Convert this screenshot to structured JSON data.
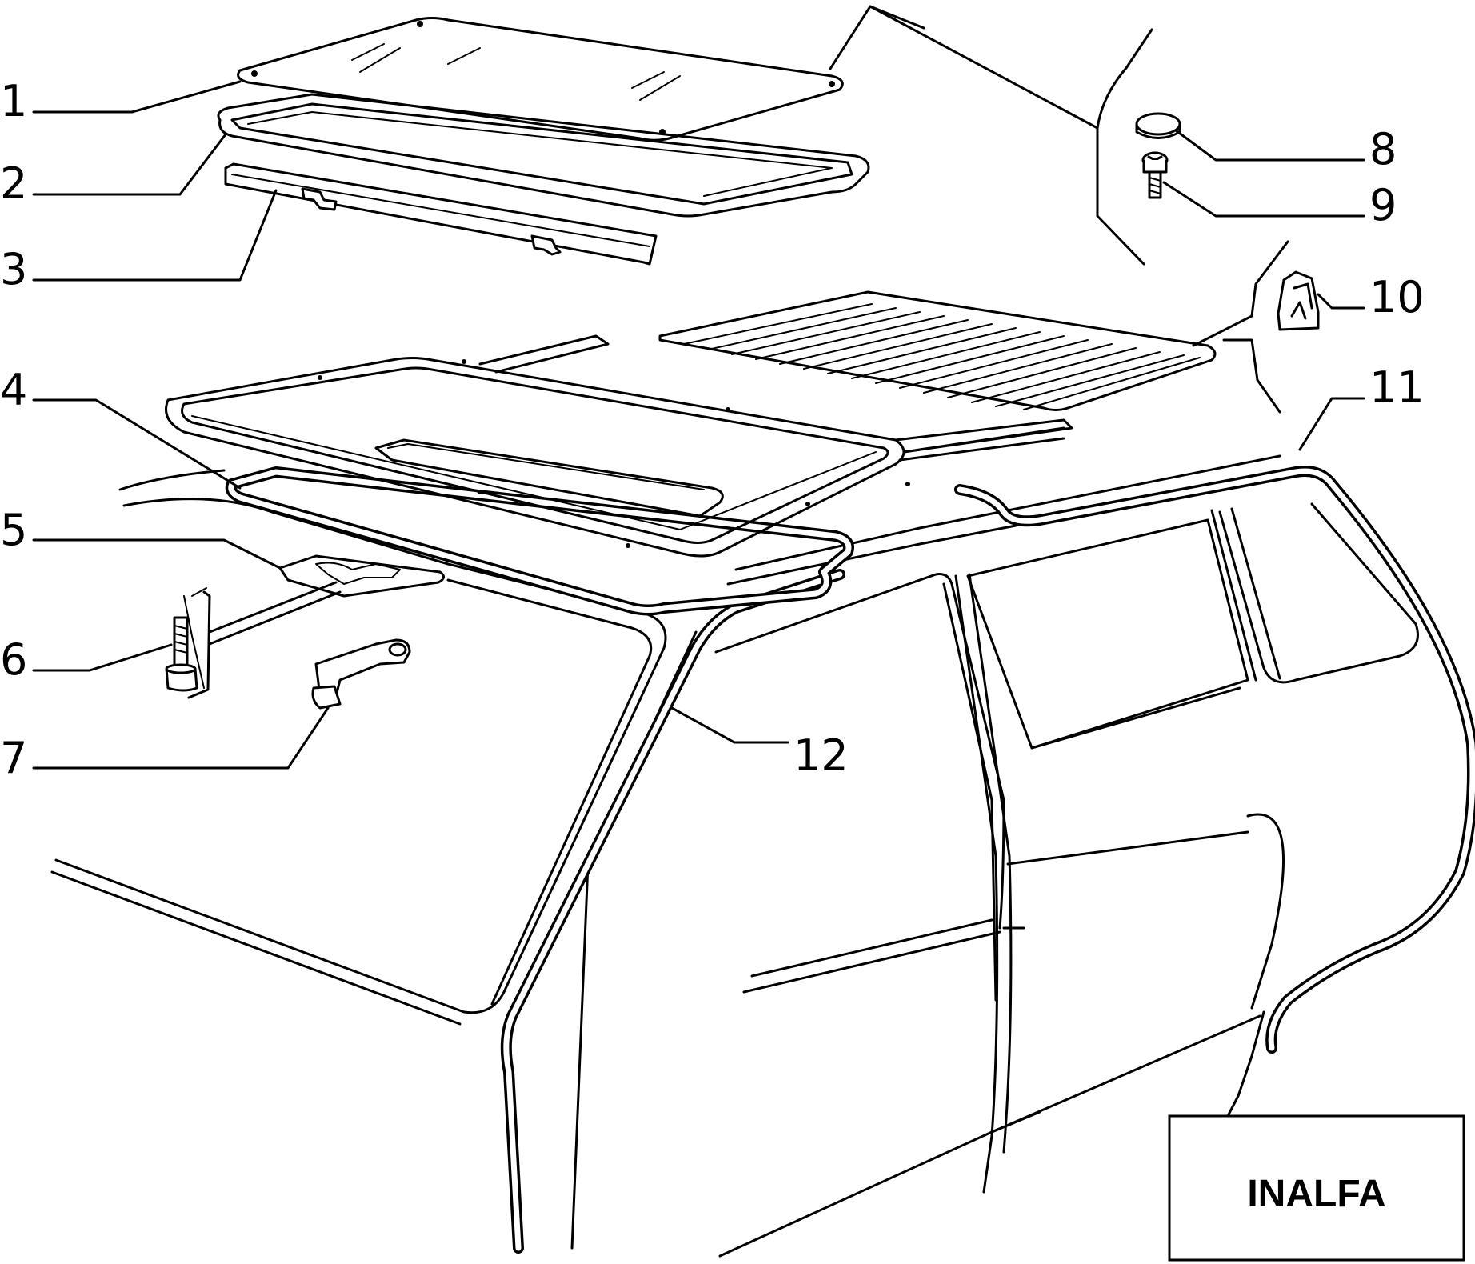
{
  "callouts": [
    {
      "id": "1",
      "label": "1"
    },
    {
      "id": "2",
      "label": "2"
    },
    {
      "id": "3",
      "label": "3"
    },
    {
      "id": "4",
      "label": "4"
    },
    {
      "id": "5",
      "label": "5"
    },
    {
      "id": "6",
      "label": "6"
    },
    {
      "id": "7",
      "label": "7"
    },
    {
      "id": "8",
      "label": "8"
    },
    {
      "id": "9",
      "label": "9"
    },
    {
      "id": "10",
      "label": "10"
    },
    {
      "id": "11",
      "label": "11"
    },
    {
      "id": "12",
      "label": "12"
    }
  ],
  "brand_box": {
    "label": "INALFA"
  }
}
